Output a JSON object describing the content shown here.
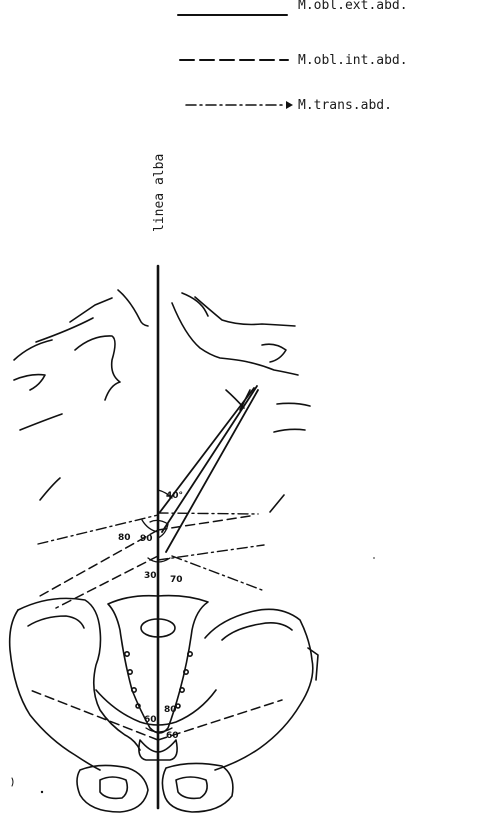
{
  "legend": {
    "items": [
      {
        "label": "M.obl.ext.abd.",
        "style": "solid"
      },
      {
        "label": "M.obl.int.abd.",
        "style": "dashed"
      },
      {
        "label": "M.trans.abd.",
        "style": "dash-dot"
      }
    ]
  },
  "midline_label": "linea alba",
  "angles": {
    "upper_40": "40°",
    "left_80": "80",
    "center_90": "90",
    "right_70": "70",
    "left_30": "30",
    "lower_60": "60",
    "lower_80": "80",
    "right_60": "60"
  }
}
